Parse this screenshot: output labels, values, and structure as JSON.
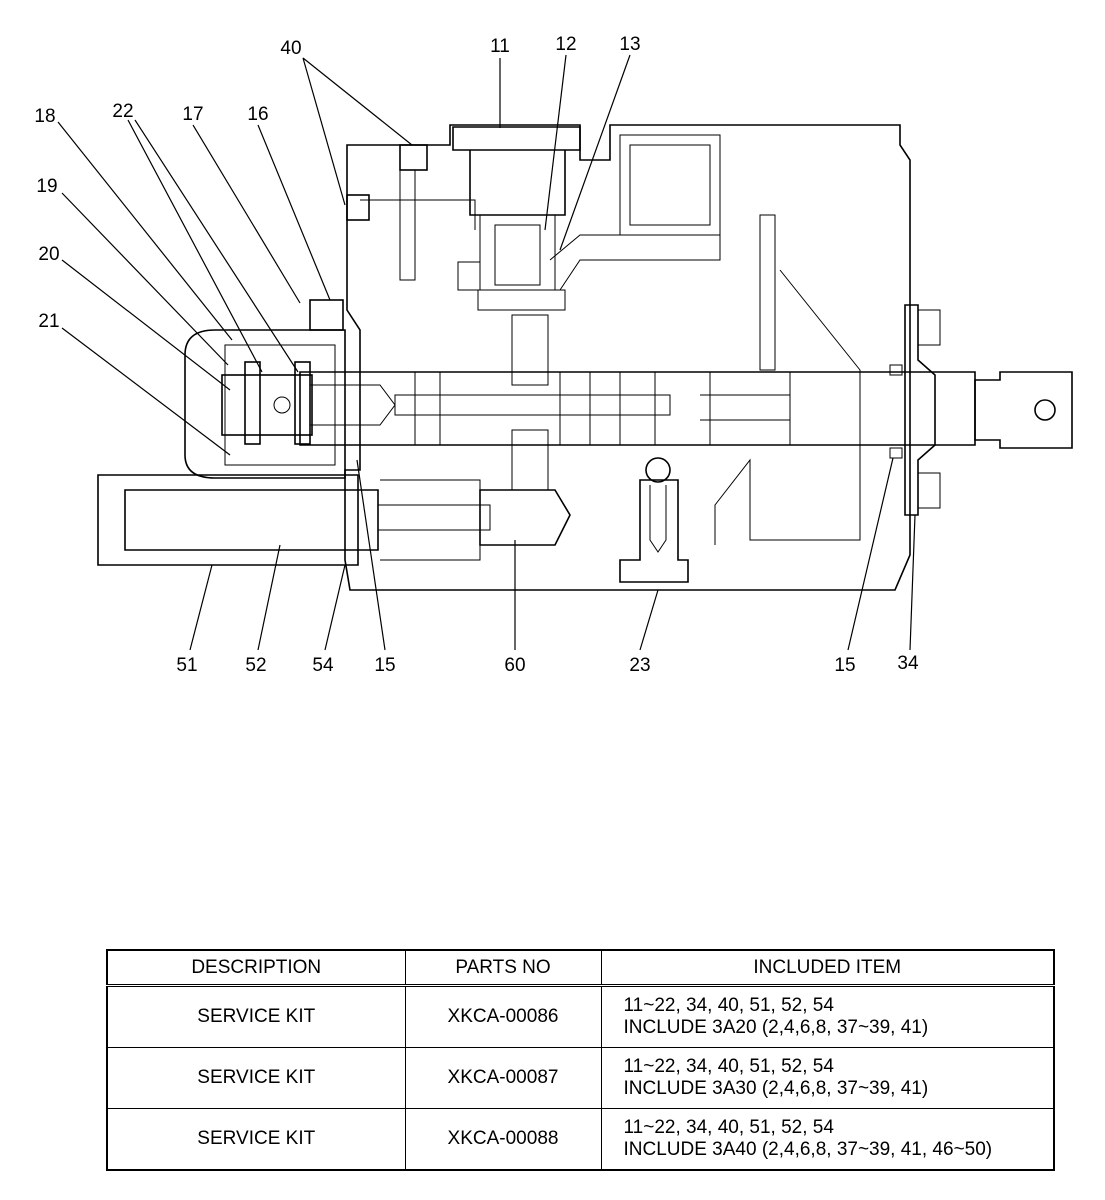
{
  "callouts": {
    "c40": "40",
    "c11": "11",
    "c12": "12",
    "c13": "13",
    "c18": "18",
    "c22": "22",
    "c17": "17",
    "c16": "16",
    "c19": "19",
    "c20": "20",
    "c21": "21",
    "c51": "51",
    "c52": "52",
    "c54": "54",
    "c15a": "15",
    "c60": "60",
    "c23": "23",
    "c15b": "15",
    "c34": "34"
  },
  "table": {
    "headers": [
      "DESCRIPTION",
      "PARTS NO",
      "INCLUDED ITEM"
    ],
    "rows": [
      {
        "description": "SERVICE KIT",
        "parts_no": "XKCA-00086",
        "items_line1": "11~22, 34, 40, 51, 52, 54",
        "items_line2": "INCLUDE 3A20 (2,4,6,8, 37~39, 41)"
      },
      {
        "description": "SERVICE KIT",
        "parts_no": "XKCA-00087",
        "items_line1": "11~22, 34, 40, 51, 52, 54",
        "items_line2": "INCLUDE 3A30 (2,4,6,8, 37~39, 41)"
      },
      {
        "description": "SERVICE KIT",
        "parts_no": "XKCA-00088",
        "items_line1": "11~22, 34, 40, 51, 52, 54",
        "items_line2": "INCLUDE 3A40 (2,4,6,8, 37~39, 41, 46~50)"
      }
    ]
  }
}
